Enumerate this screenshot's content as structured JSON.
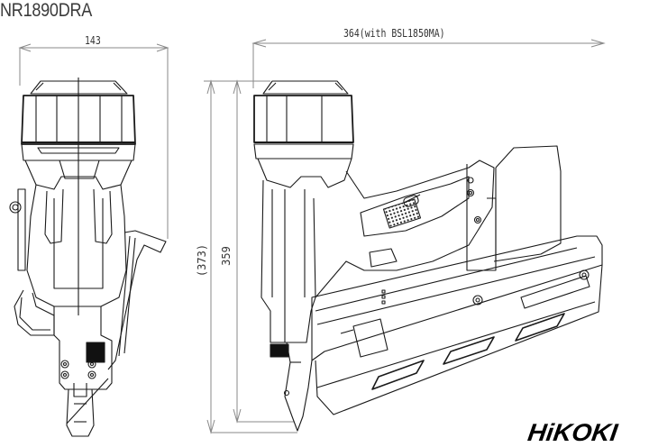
{
  "drawing": {
    "model": "NR1890DRA",
    "brand": "HiKOKI",
    "dimensions": {
      "front_width": "143",
      "overall_length": "364(with BSL1850MA)",
      "overall_height_reference": "(373)",
      "height": "359"
    },
    "views": [
      "front-view",
      "side-view"
    ],
    "line_color": "#1a1a1a",
    "dimension_line_color": "#8a8a8a"
  }
}
